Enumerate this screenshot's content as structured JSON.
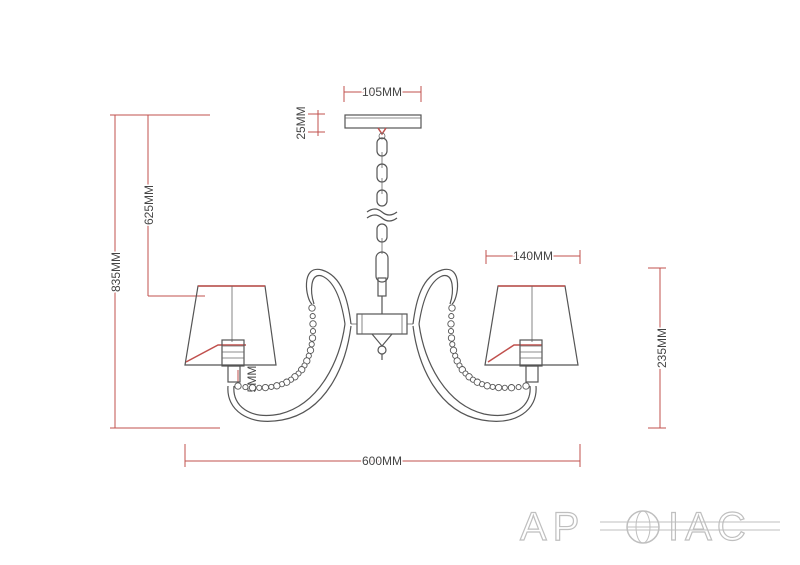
{
  "dimensions": {
    "canopy_width": "105MM",
    "canopy_height": "25MM",
    "height_to_shade": "625MM",
    "total_height": "835MM",
    "shade_width": "140MM",
    "shade_height": "235MM",
    "overall_width": "600MM",
    "small_offset": "5MM"
  },
  "watermark": {
    "left": "АР",
    "right": "ІАС"
  },
  "colors": {
    "dimension_line": "#c0504d",
    "drawing_line": "#555555",
    "watermark": "#bfbfbf"
  }
}
